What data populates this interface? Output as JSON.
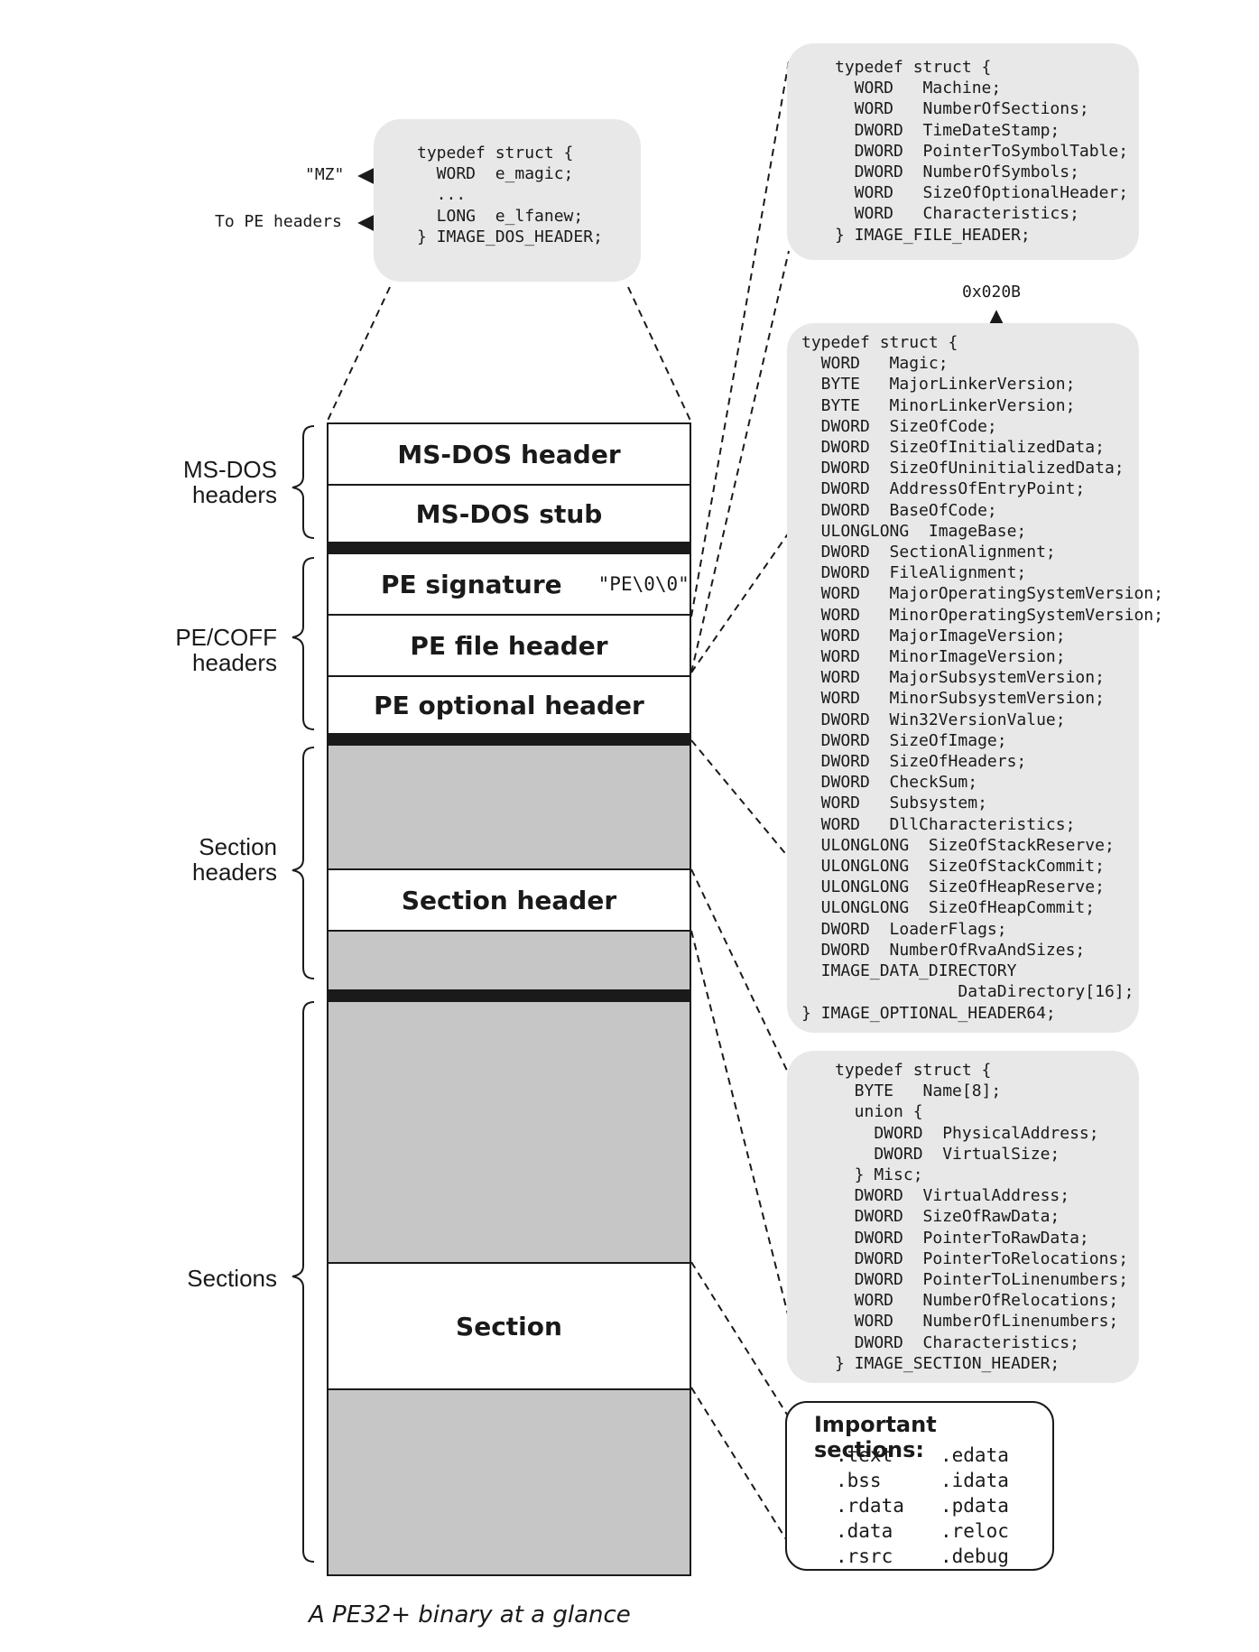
{
  "caption": "A PE32+ binary at a glance",
  "groups": {
    "msdos": "MS-DOS\nheaders",
    "pecoff": "PE/COFF\nheaders",
    "section_headers": "Section\nheaders",
    "sections": "Sections"
  },
  "blocks": {
    "msdos_header": "MS-DOS header",
    "msdos_stub": "MS-DOS stub",
    "pe_signature": "PE signature",
    "pe_signature_value": "\"PE\\0\\0\"",
    "pe_file_header": "PE file header",
    "pe_optional_header": "PE optional header",
    "section_header": "Section header",
    "section": "Section"
  },
  "dos_header": {
    "code": "typedef struct {\n  WORD  e_magic;\n  ...\n  LONG  e_lfanew;\n} IMAGE_DOS_HEADER;",
    "ann_magic": "\"MZ\"",
    "ann_lfanew": "To PE headers"
  },
  "file_header": {
    "code": "typedef struct {\n  WORD   Machine;\n  WORD   NumberOfSections;\n  DWORD  TimeDateStamp;\n  DWORD  PointerToSymbolTable;\n  DWORD  NumberOfSymbols;\n  WORD   SizeOfOptionalHeader;\n  WORD   Characteristics;\n} IMAGE_FILE_HEADER;"
  },
  "optional_header": {
    "magic_value": "0x020B",
    "code": "typedef struct {\n  WORD   Magic;\n  BYTE   MajorLinkerVersion;\n  BYTE   MinorLinkerVersion;\n  DWORD  SizeOfCode;\n  DWORD  SizeOfInitializedData;\n  DWORD  SizeOfUninitializedData;\n  DWORD  AddressOfEntryPoint;\n  DWORD  BaseOfCode;\n  ULONGLONG  ImageBase;\n  DWORD  SectionAlignment;\n  DWORD  FileAlignment;\n  WORD   MajorOperatingSystemVersion;\n  WORD   MinorOperatingSystemVersion;\n  WORD   MajorImageVersion;\n  WORD   MinorImageVersion;\n  WORD   MajorSubsystemVersion;\n  WORD   MinorSubsystemVersion;\n  DWORD  Win32VersionValue;\n  DWORD  SizeOfImage;\n  DWORD  SizeOfHeaders;\n  DWORD  CheckSum;\n  WORD   Subsystem;\n  WORD   DllCharacteristics;\n  ULONGLONG  SizeOfStackReserve;\n  ULONGLONG  SizeOfStackCommit;\n  ULONGLONG  SizeOfHeapReserve;\n  ULONGLONG  SizeOfHeapCommit;\n  DWORD  LoaderFlags;\n  DWORD  NumberOfRvaAndSizes;\n  IMAGE_DATA_DIRECTORY\n                DataDirectory[16];\n} IMAGE_OPTIONAL_HEADER64;"
  },
  "section_header_struct": {
    "code": "typedef struct {\n  BYTE   Name[8];\n  union {\n    DWORD  PhysicalAddress;\n    DWORD  VirtualSize;\n  } Misc;\n  DWORD  VirtualAddress;\n  DWORD  SizeOfRawData;\n  DWORD  PointerToRawData;\n  DWORD  PointerToRelocations;\n  DWORD  PointerToLinenumbers;\n  WORD   NumberOfRelocations;\n  WORD   NumberOfLinenumbers;\n  DWORD  Characteristics;\n} IMAGE_SECTION_HEADER;"
  },
  "important_sections": {
    "title": "Important sections:",
    "left": [
      ".text",
      ".bss",
      ".rdata",
      ".data",
      ".rsrc"
    ],
    "right": [
      ".edata",
      ".idata",
      ".pdata",
      ".reloc",
      ".debug"
    ]
  }
}
